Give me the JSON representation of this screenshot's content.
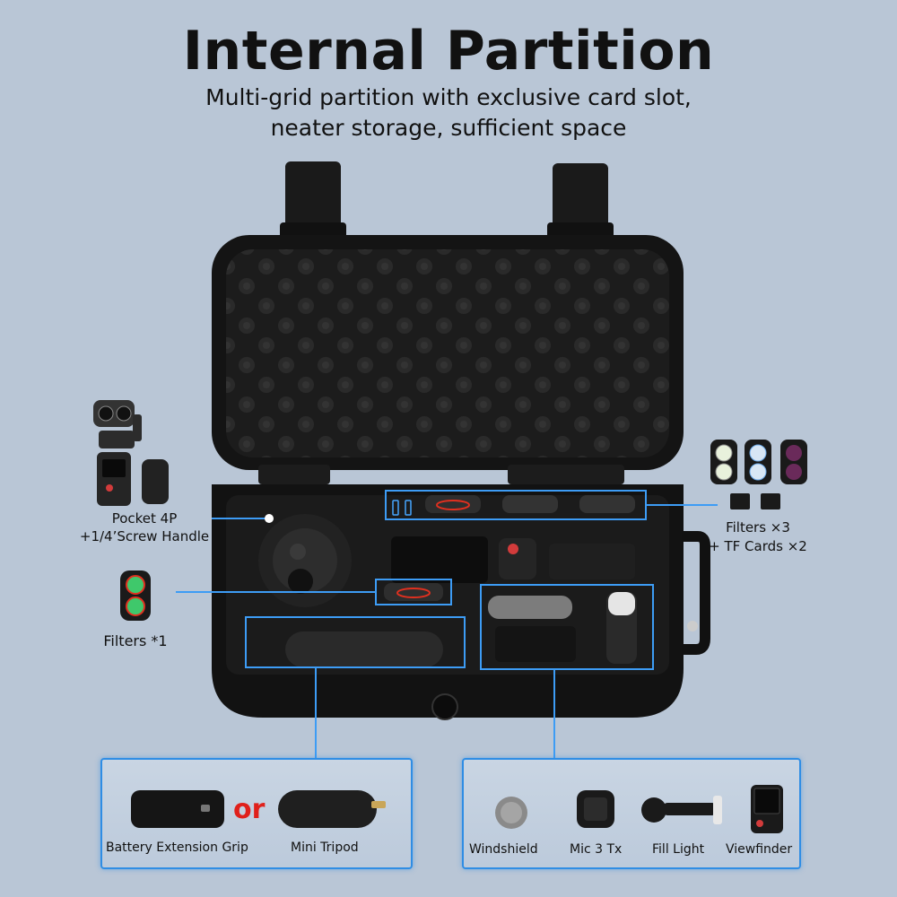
{
  "header": {
    "title": "Internal Partition",
    "subtitle_line1": "Multi-grid partition with exclusive card slot,",
    "subtitle_line2": "neater storage, sufficient space"
  },
  "callouts": {
    "pocket": {
      "line1": "Pocket 4P",
      "line2": "+1/4’Screw Handle"
    },
    "filters_single": "Filters *1",
    "filters_multi": {
      "line1": "Filters ×3",
      "line2": "+ TF Cards ×2"
    }
  },
  "bottom_left": {
    "item1": "Battery Extension Grip",
    "or": "or",
    "item2": "Mini Tripod"
  },
  "bottom_right": {
    "items": [
      "Windshield",
      "Mic 3 Tx",
      "Fill Light",
      "Viewfinder"
    ]
  },
  "colors": {
    "background": "#b9c6d6",
    "highlight": "#2f8de4",
    "or_text": "#e0201b",
    "case": "#141414"
  }
}
